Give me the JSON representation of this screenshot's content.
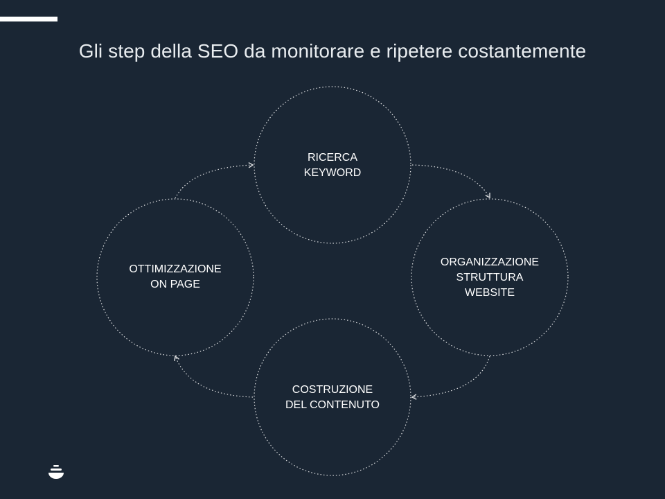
{
  "title": "Gli step della SEO da monitorare e ripetere costantemente",
  "steps": [
    {
      "line1": "RICERCA",
      "line2": "KEYWORD",
      "line3": ""
    },
    {
      "line1": "ORGANIZZAZIONE",
      "line2": "STRUTTURA",
      "line3": "WEBSITE"
    },
    {
      "line1": "COSTRUZIONE",
      "line2": "DEL CONTENUTO",
      "line3": ""
    },
    {
      "line1": "OTTIMIZZAZIONE",
      "line2": "ON PAGE",
      "line3": ""
    }
  ],
  "colors": {
    "background": "#1a2634",
    "stroke": "#ffffff"
  }
}
